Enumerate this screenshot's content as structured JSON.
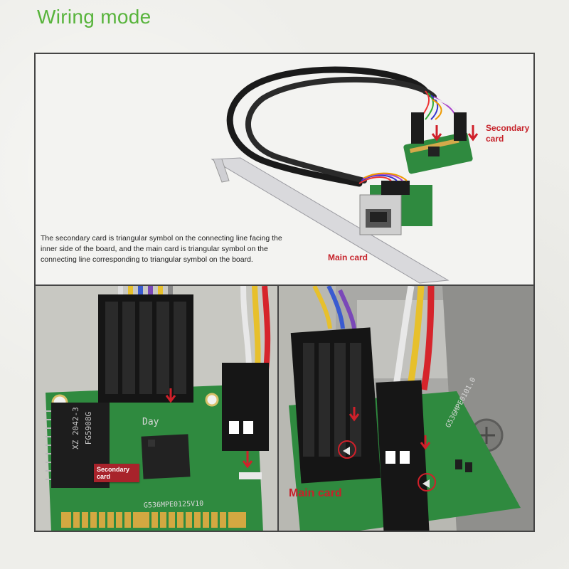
{
  "page": {
    "title": "Wiring mode"
  },
  "overview": {
    "description_lines": [
      "The secondary card is triangular symbol on the connecting line facing the",
      " inner side of the board, and the main card is triangular symbol on the",
      "connecting line corresponding to triangular symbol on the board."
    ],
    "secondary_label_lines": [
      "Secondary",
      "card"
    ],
    "main_label": "Main card"
  },
  "closeup_left": {
    "tag_lines": [
      "Secondary",
      "card"
    ],
    "chip_text_line1": "XZ 2042-3",
    "chip_text_line2": "FG5908G",
    "silk_day": "Day",
    "silk_model": "G536MPE0125V10"
  },
  "closeup_right": {
    "main_label": "Main card",
    "silk_model": "G536MPE0101.0"
  },
  "colors": {
    "title_green": "#58b43c",
    "label_red": "#c6222a",
    "pcb_green": "#2f8a3f",
    "tag_red": "#a8232b"
  }
}
